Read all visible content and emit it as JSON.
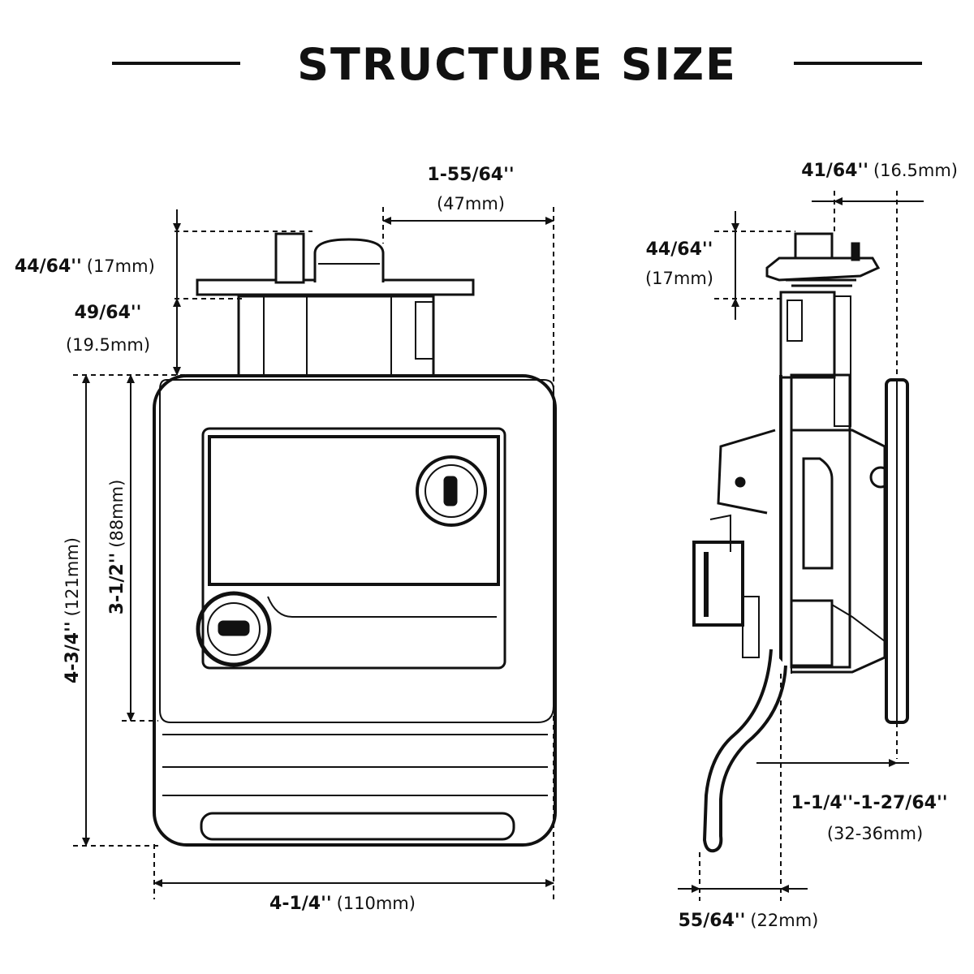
{
  "title": "STRUCTURE SIZE",
  "front_view": {
    "flange_height": {
      "value": "44/64''",
      "metric": "(17mm)"
    },
    "body_depth": {
      "value": "49/64''",
      "metric": "(19.5mm)"
    },
    "top_offset": {
      "value": "1-55/64''",
      "metric": "(47mm)"
    },
    "total_height": {
      "value": "4-3/4''",
      "metric": "(121mm)"
    },
    "handle_height": {
      "value": "3-1/2''",
      "metric": "(88mm)"
    },
    "total_width": {
      "value": "4-1/4''",
      "metric": "(110mm)"
    }
  },
  "side_view": {
    "flange_thickness": {
      "value": "41/64''",
      "metric": "(16.5mm)"
    },
    "top_height": {
      "value": "44/64''",
      "metric": "(17mm)"
    },
    "door_thickness": {
      "value": "1-1/4''-1-27/64''",
      "metric": "(32-36mm)"
    },
    "latch_offset": {
      "value": "55/64''",
      "metric": "(22mm)"
    }
  }
}
